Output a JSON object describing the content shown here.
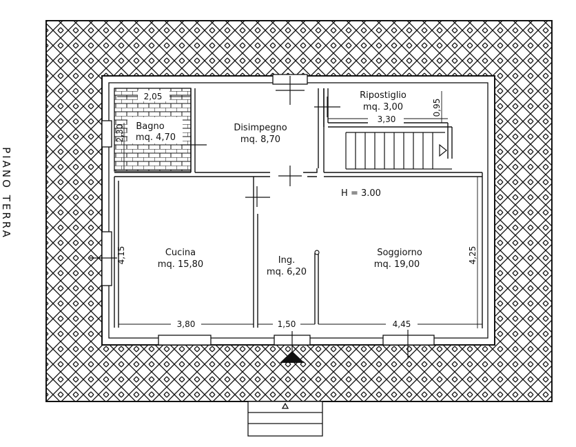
{
  "side_note": "PIANO TERRA",
  "height_label": "H = 3.00",
  "rooms": {
    "bagno": {
      "name": "Bagno",
      "area": "mq. 4,70"
    },
    "disimpegno": {
      "name": "Disimpegno",
      "area": "mq. 8,70"
    },
    "ripostiglio": {
      "name": "Ripostiglio",
      "area": "mq. 3,00"
    },
    "cucina": {
      "name": "Cucina",
      "area": "mq. 15,80"
    },
    "ingresso": {
      "name": "Ing.",
      "area": "mq. 6,20"
    },
    "soggiorno": {
      "name": "Soggiorno",
      "area": "mq. 19,00"
    }
  },
  "dimensions": {
    "bagno_width": "2,05",
    "bagno_height": "2,30",
    "rip_width": "3,30",
    "rip_height": "0,95",
    "cucina_height": "4,15",
    "soggiorno_height": "4,25",
    "cucina_width": "3,80",
    "ingresso_width": "1,50",
    "soggiorno_width": "4,45"
  },
  "colors": {
    "line": "#111111",
    "background": "#ffffff"
  }
}
